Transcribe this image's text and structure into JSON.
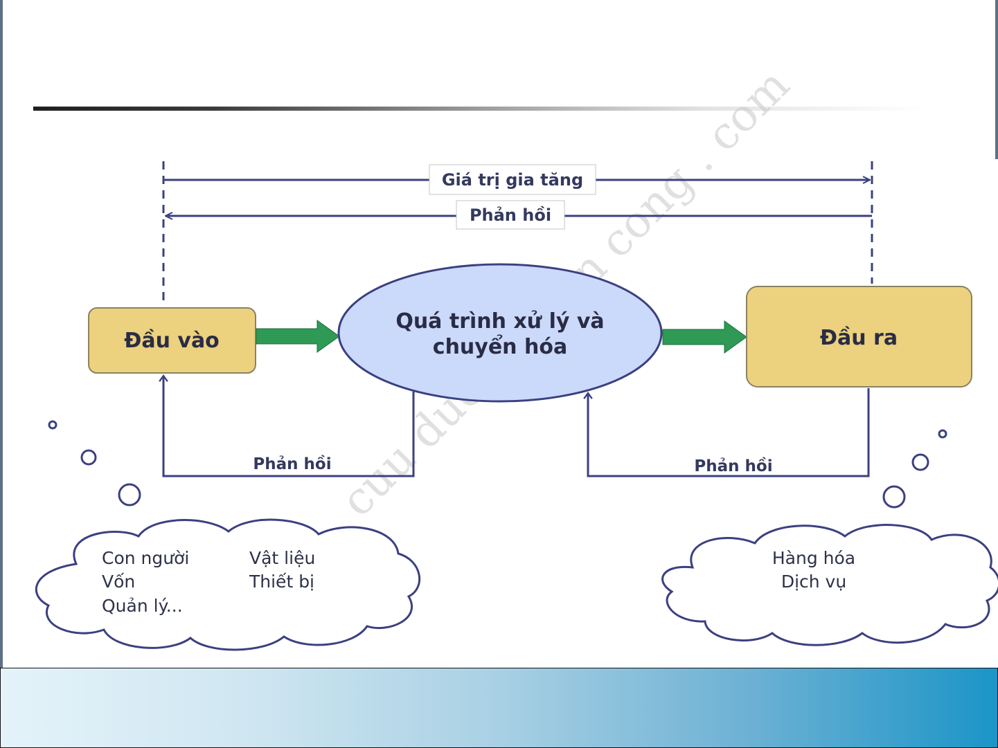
{
  "diagram": {
    "top_arrows": {
      "value_added": "Giá trị gia tăng",
      "feedback": "Phản hồi"
    },
    "nodes": {
      "input": "Đầu vào",
      "process_line1": "Quá trình xử lý và",
      "process_line2": "chuyển hóa",
      "output": "Đầu ra"
    },
    "feedback_left": "Phản hồi",
    "feedback_right": "Phản hồi",
    "input_cloud": {
      "col1": [
        "Con người",
        "Vốn",
        "Quản lý..."
      ],
      "col2": [
        "Vật liệu",
        "Thiết bị"
      ]
    },
    "output_cloud": [
      "Hàng hóa",
      "Dịch vụ"
    ],
    "watermark": "cuu duong than cong . com"
  },
  "colors": {
    "box_fill": "#ecd17e",
    "ellipse_fill": "#cbd9fb",
    "flow_arrow": "#2e9a55",
    "line": "#3b4080"
  }
}
